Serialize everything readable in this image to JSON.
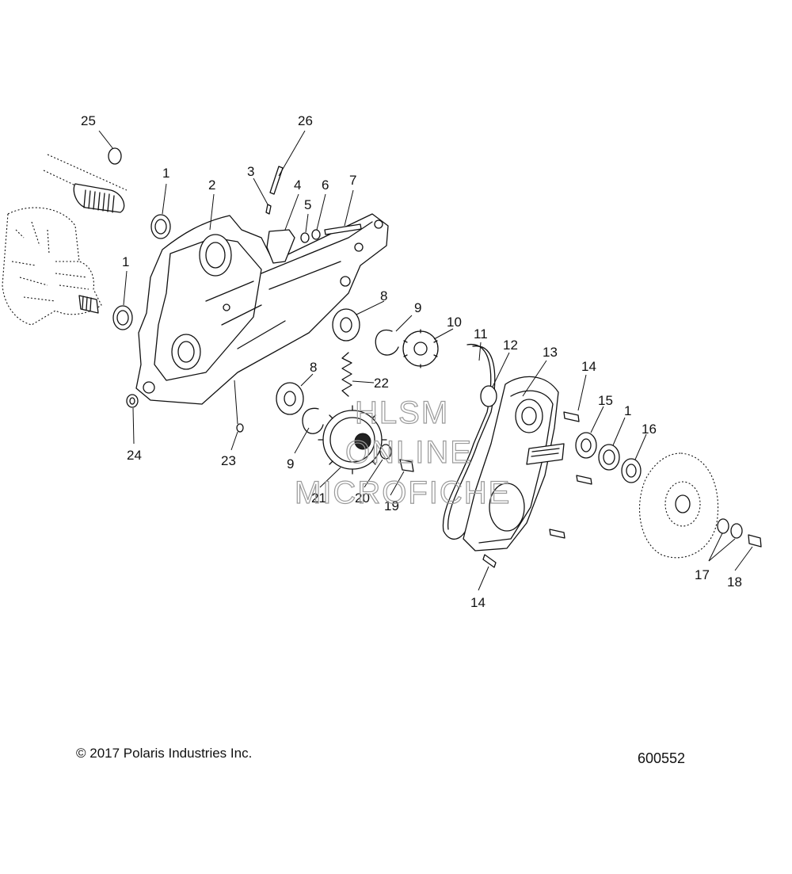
{
  "diagram": {
    "callouts": [
      "1",
      "2",
      "3",
      "4",
      "5",
      "6",
      "7",
      "8",
      "9",
      "10",
      "11",
      "12",
      "13",
      "14",
      "15",
      "16",
      "17",
      "18",
      "19",
      "20",
      "21",
      "22",
      "23",
      "24",
      "25",
      "26"
    ],
    "labels": {
      "c25": "25",
      "c26": "26",
      "c1a": "1",
      "c2": "2",
      "c3": "3",
      "c4": "4",
      "c5": "5",
      "c6": "6",
      "c7": "7",
      "c1b": "1",
      "c8a": "8",
      "c9a": "9",
      "c10": "10",
      "c11": "11",
      "c12": "12",
      "c13": "13",
      "c14a": "14",
      "c22": "22",
      "c8b": "8",
      "c15": "15",
      "c1c": "1",
      "c16": "16",
      "c24": "24",
      "c23": "23",
      "c9b": "9",
      "c21": "21",
      "c20": "20",
      "c19": "19",
      "c17": "17",
      "c18": "18",
      "c14b": "14"
    },
    "watermark": [
      "HLSM",
      "ONLINE",
      "MICROFICHE"
    ]
  },
  "footer": {
    "copyright": "© 2017 Polaris Industries Inc.",
    "drawing_number": "600552"
  }
}
